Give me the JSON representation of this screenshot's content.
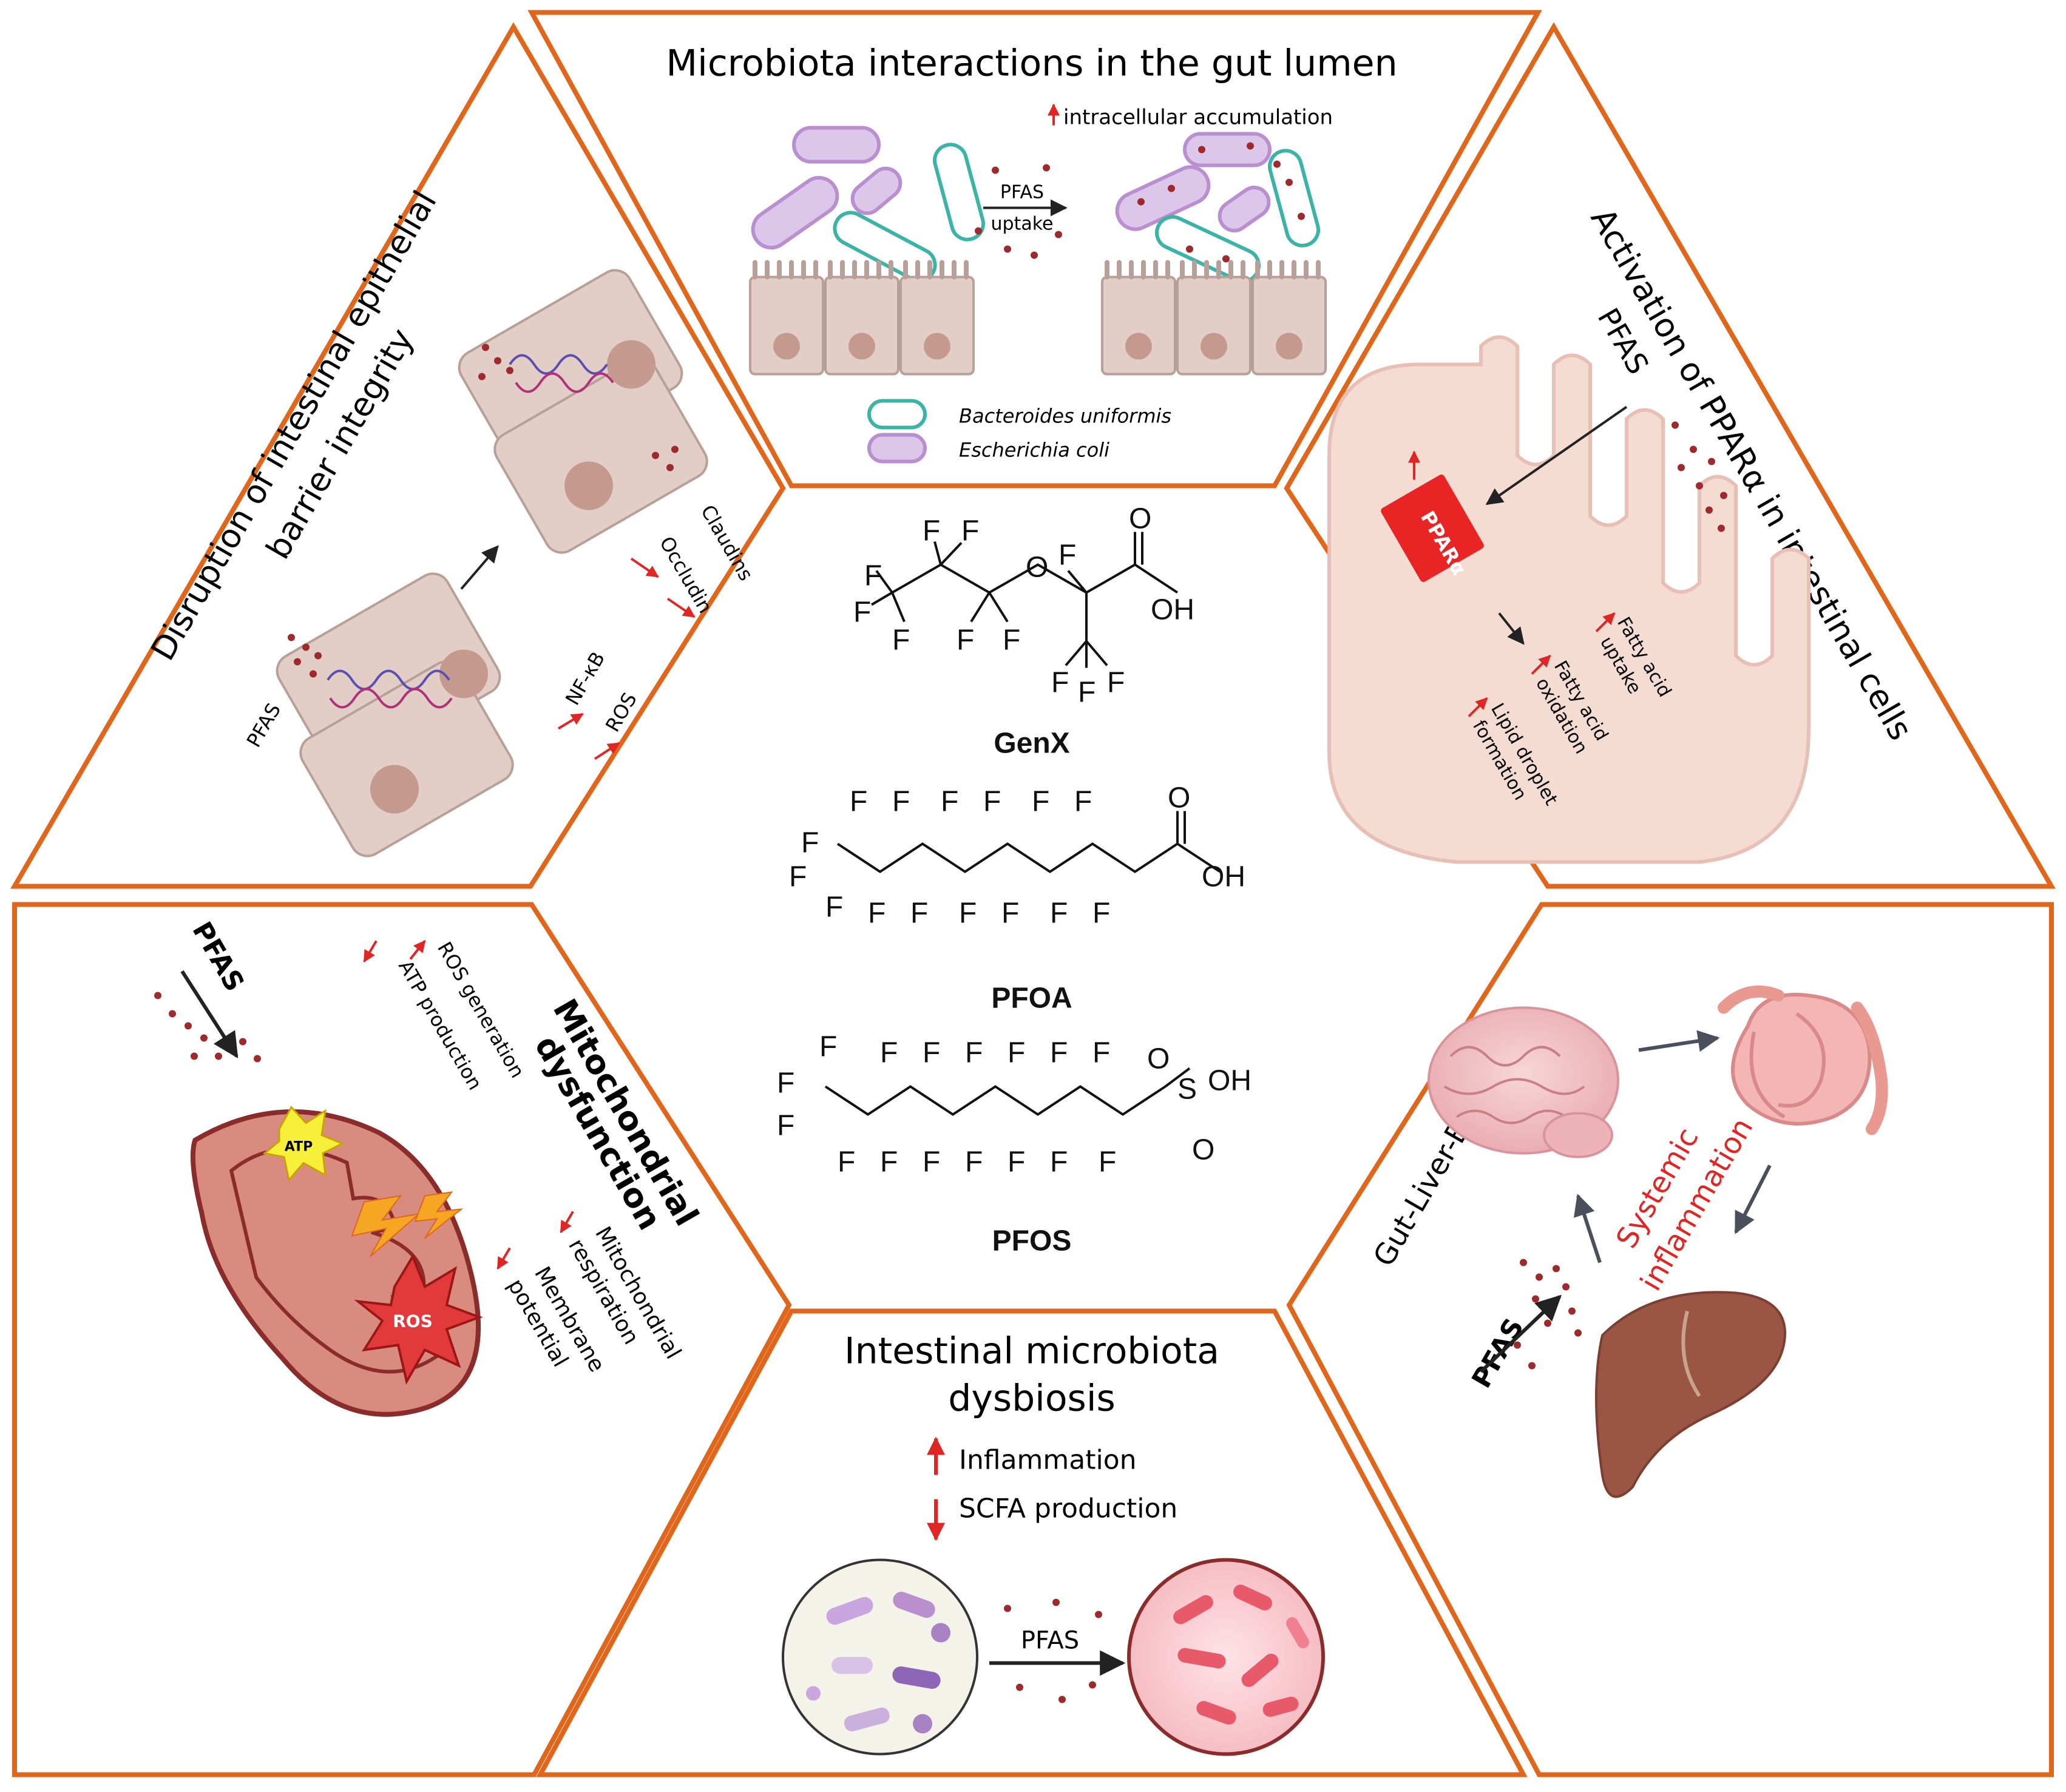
{
  "colors": {
    "border": "#E0661B",
    "cell_fill": "#E3CEC7",
    "cell_stroke": "#B8A098",
    "nucleus": "#C59A8E",
    "pfas_dot": "#9E2A2B",
    "arrow_red": "#E02525",
    "ppara_box": "#E82424",
    "bacteroides": "#3BB3A6",
    "ecoli": "#B98FD0",
    "systemic_text": "#E02525"
  },
  "top": {
    "title": "Microbiota interactions in the gut lumen",
    "accumulation_label": "intracellular accumulation",
    "uptake_line1": "PFAS",
    "uptake_line2": "uptake",
    "legend_bacteroides": "Bacteroides uniformis",
    "legend_ecoli": "Escherichia coli"
  },
  "upper_left": {
    "title_line1": "Disruption of intestinal epithelial",
    "title_line2": "barrier integrity",
    "pfas": "PFAS",
    "occludin": "Occludin",
    "claudins": "Claudins",
    "nfkb": "NF-κB",
    "ros": "ROS"
  },
  "upper_right": {
    "title": "Activation of PPARα in intestinal cells",
    "pfas": "PFAS",
    "ppara": "PPARα",
    "fatty_acid_uptake_1": "Fatty acid",
    "fatty_acid_uptake_2": "uptake",
    "fatty_acid_oxidation_1": "Fatty acid",
    "fatty_acid_oxidation_2": "oxidation",
    "lipid_droplet_1": "Lipid droplet",
    "lipid_droplet_2": "formation"
  },
  "lower_left": {
    "title_line1": "Mitochondrial",
    "title_line2": "dysfunction",
    "pfas": "PFAS",
    "ros_generation": "ROS generation",
    "atp_production": "ATP production",
    "mito_resp_1": "Mitochondrial",
    "mito_resp_2": "respiration",
    "membrane_1": "Membrane",
    "membrane_2": "potential",
    "atp_label": "ATP",
    "ros_label": "ROS"
  },
  "lower_right": {
    "title": "Gut-Liver-Brain Axis",
    "systemic_1": "Systemic",
    "systemic_2": "inflammation",
    "pfas": "PFAS"
  },
  "bottom": {
    "title_line1": "Intestinal microbiota",
    "title_line2": "dysbiosis",
    "inflammation": "Inflammation",
    "scfa": "SCFA production",
    "pfas": "PFAS"
  },
  "center": {
    "genx": "GenX",
    "pfoa": "PFOA",
    "pfos": "PFOS",
    "atom_f": "F",
    "atom_o": "O",
    "atom_oh": "OH",
    "atom_s": "S"
  }
}
